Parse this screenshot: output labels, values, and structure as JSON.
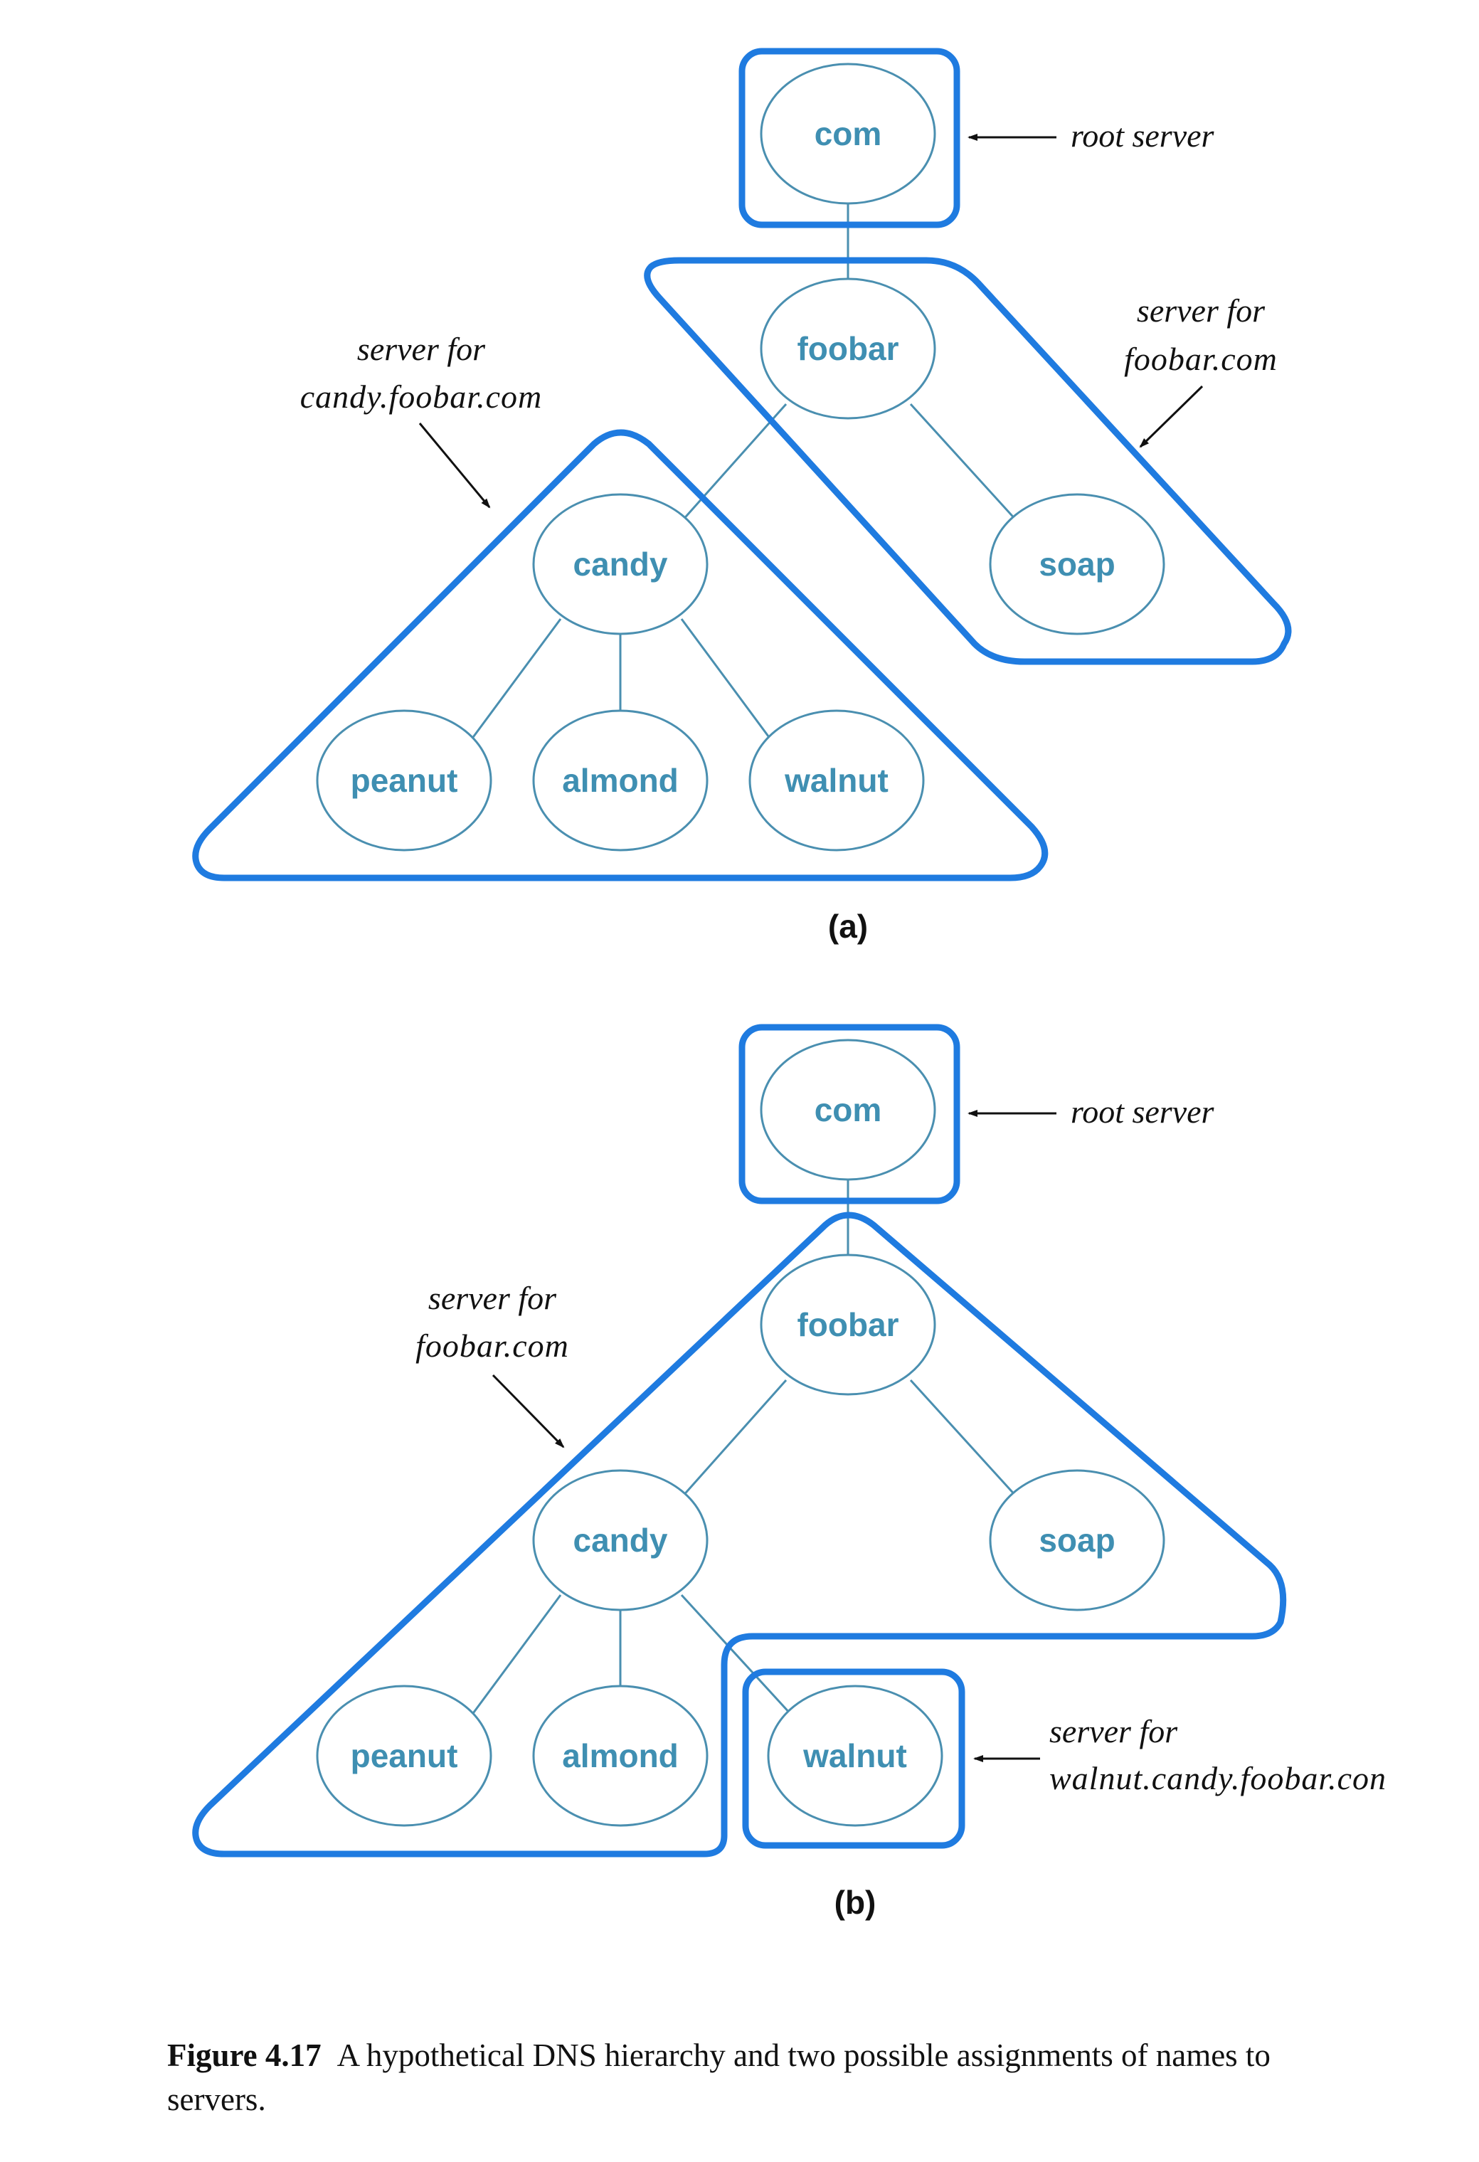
{
  "panels": {
    "a": {
      "label": "(a)",
      "nodes": {
        "com": "com",
        "foobar": "foobar",
        "candy": "candy",
        "soap": "soap",
        "peanut": "peanut",
        "almond": "almond",
        "walnut": "walnut"
      },
      "annotations": {
        "root": "root server",
        "foobar_line1": "server for",
        "foobar_line2": "foobar.com",
        "candy_line1": "server for",
        "candy_line2": "candy.foobar.com"
      }
    },
    "b": {
      "label": "(b)",
      "nodes": {
        "com": "com",
        "foobar": "foobar",
        "candy": "candy",
        "soap": "soap",
        "peanut": "peanut",
        "almond": "almond",
        "walnut": "walnut"
      },
      "annotations": {
        "root": "root server",
        "foobar_line1": "server for",
        "foobar_line2": "foobar.com",
        "walnut_line1": "server for",
        "walnut_line2": "walnut.candy.foobar.con"
      }
    }
  },
  "caption": {
    "figure_number": "Figure 4.17",
    "text": "A hypothetical DNS hierarchy and two possible assignments of names to servers."
  },
  "colors": {
    "zone_outline": "#1f7be0",
    "node_outline": "#4a8fb0",
    "node_text": "#3f8fb2"
  }
}
